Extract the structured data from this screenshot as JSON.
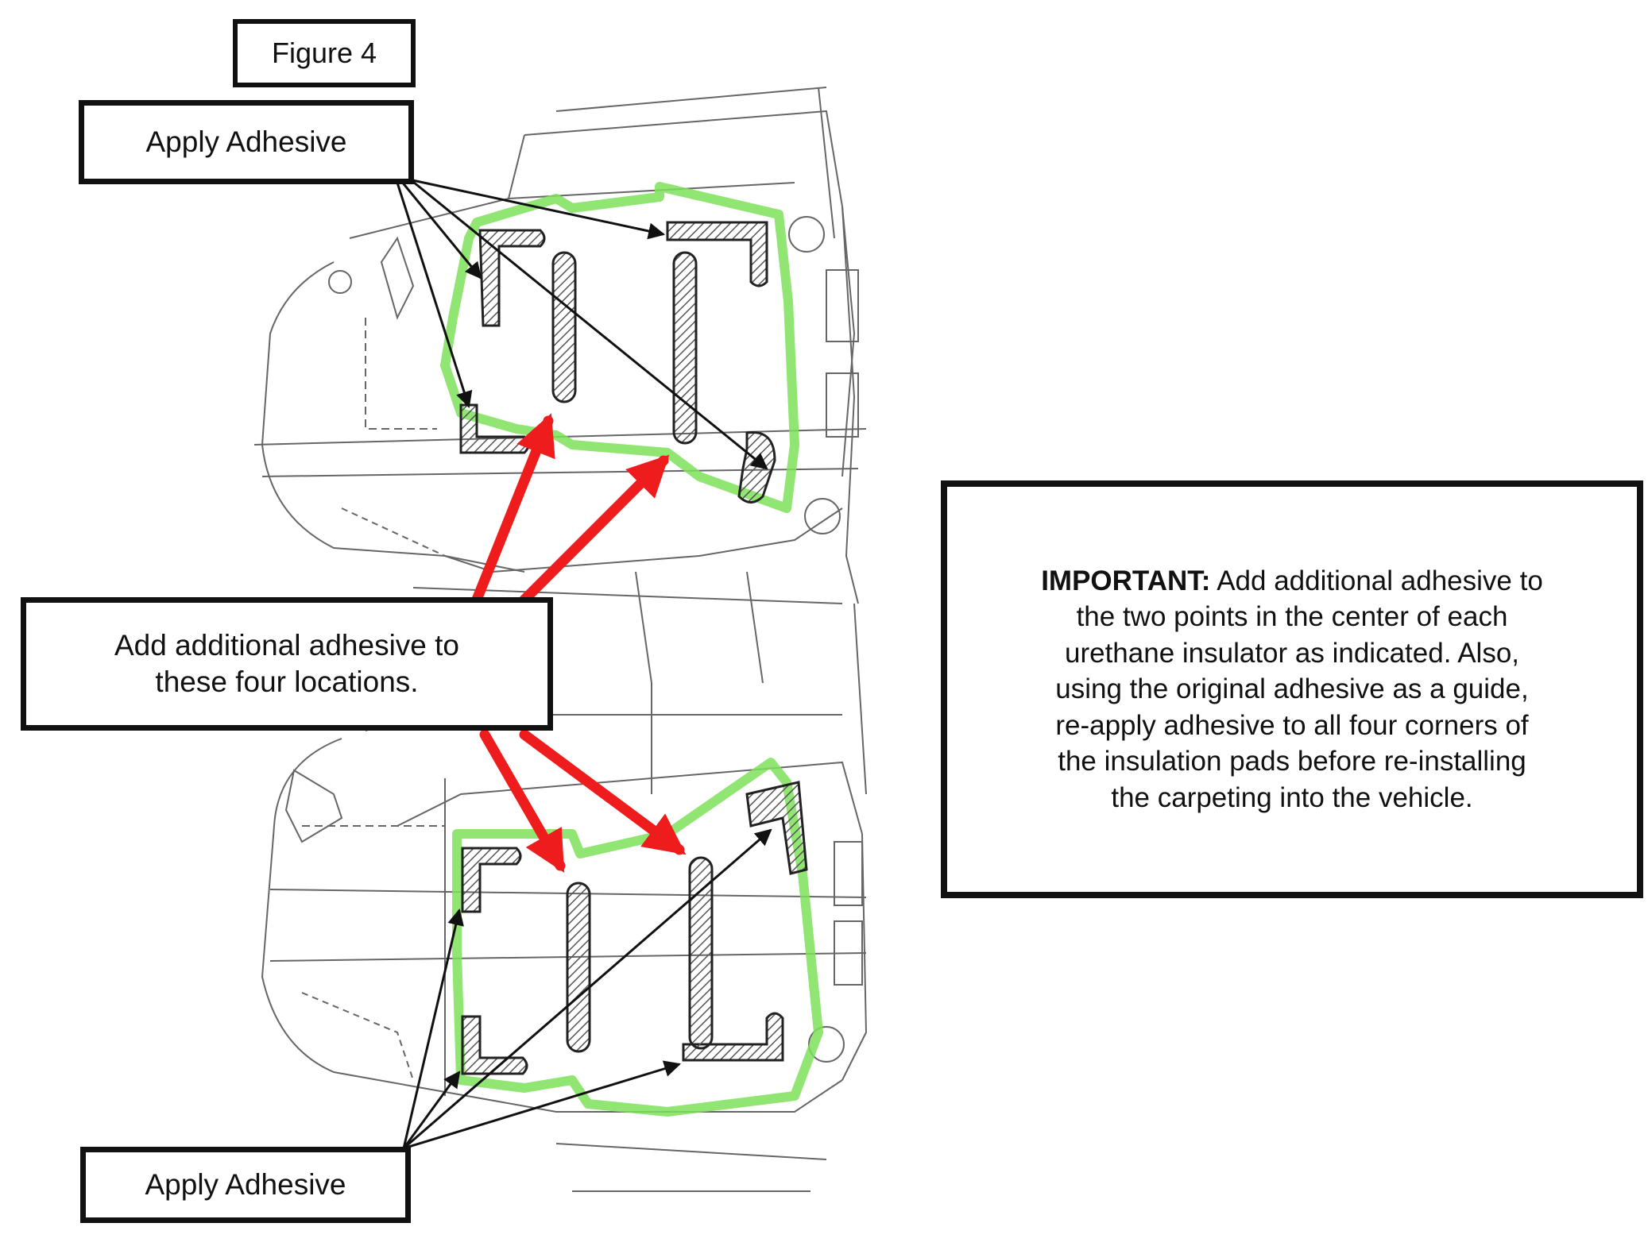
{
  "figure_label": "Figure 4",
  "callouts": {
    "apply_top": "Apply Adhesive",
    "add_four_line1": "Add additional adhesive to",
    "add_four_line2": "these four locations.",
    "apply_bottom": "Apply Adhesive"
  },
  "important": {
    "lead": "IMPORTANT:",
    "line1_rest": " Add additional adhesive to",
    "line2": "the two points in the center of each",
    "line3": "urethane insulator as indicated. Also,",
    "line4": "using the original adhesive as a guide,",
    "line5": "re-apply adhesive to all four corners of",
    "line6": "the insulation pads before re-installing",
    "line7": "the carpeting into the vehicle."
  },
  "colors": {
    "outline": "#111111",
    "adhesive_highlight": "#7ee05a",
    "red_arrow": "#ee1c1c",
    "hatch": "#555555"
  }
}
